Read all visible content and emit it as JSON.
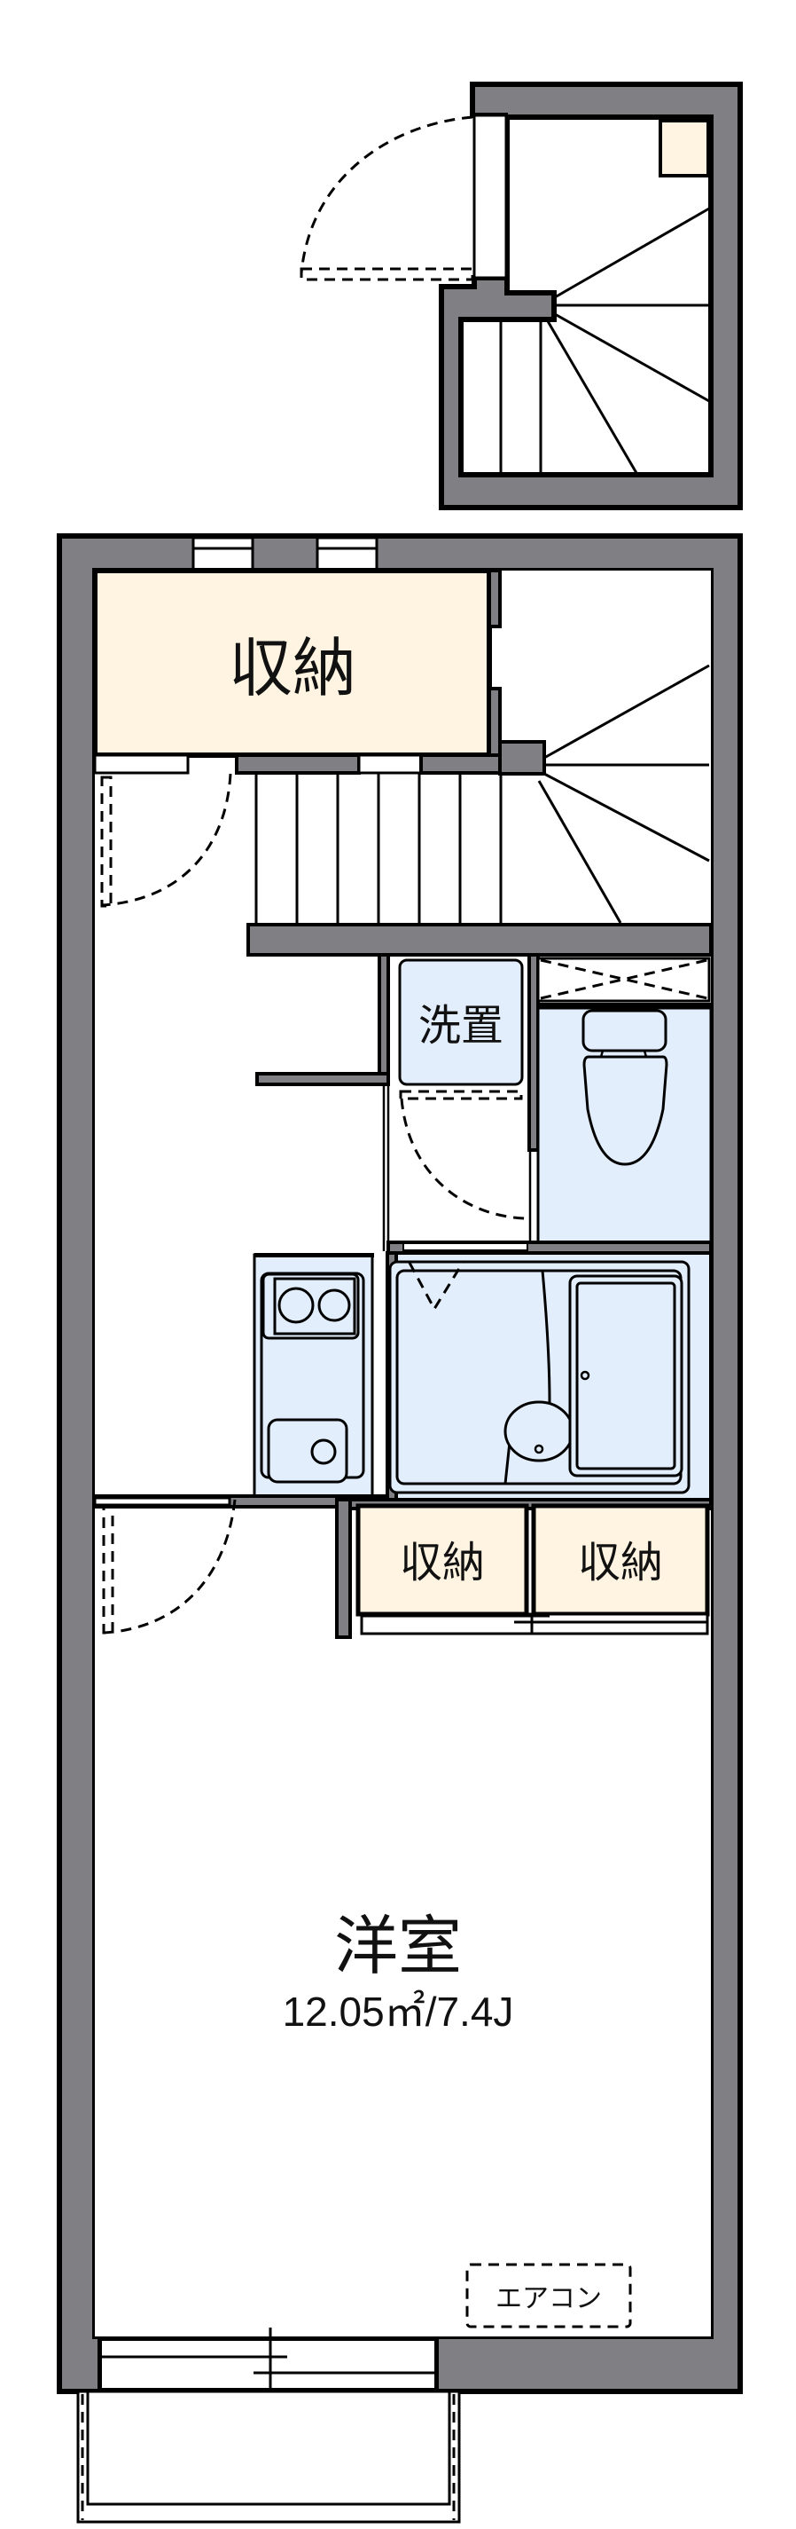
{
  "floorplan": {
    "colors": {
      "wall": "#807f84",
      "storage_fill": "#fff4e2",
      "fixture_fill": "#e2eefc",
      "background": "#ffffff",
      "line": "#000000"
    },
    "rooms": {
      "storage_top": {
        "label": "収納"
      },
      "washer_space": {
        "label": "洗置"
      },
      "storage_lower_left": {
        "label": "収納"
      },
      "storage_lower_right": {
        "label": "収納"
      },
      "main_room": {
        "label": "洋室",
        "area": "12.05㎡/7.4J"
      },
      "air_conditioner": {
        "label": "エアコン"
      }
    },
    "fixtures": [
      "toilet",
      "kitchen-stove-two-burner",
      "kitchen-sink",
      "bathtub",
      "wash-basin",
      "staircase-upper",
      "staircase-lower",
      "balcony",
      "sliding-window"
    ]
  }
}
